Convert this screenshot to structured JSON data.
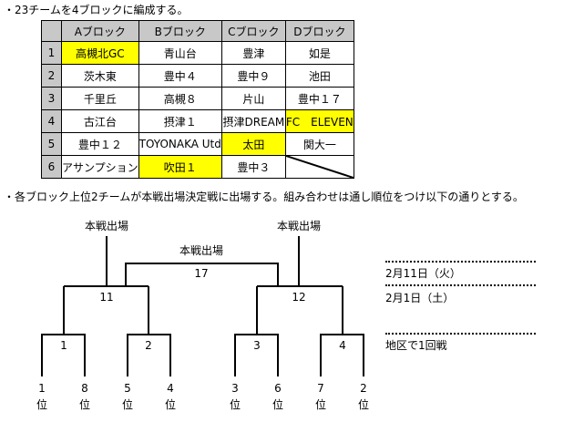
{
  "intro": "・23チームを4ブロックに編成する。",
  "table": {
    "headers": [
      "Aブロック",
      "Bブロック",
      "Cブロック",
      "Dブロック"
    ],
    "rows": [
      {
        "num": "1",
        "cells": [
          "高槻北GC",
          "青山台",
          "豊津",
          "如是"
        ]
      },
      {
        "num": "2",
        "cells": [
          "茨木東",
          "豊中４",
          "豊中９",
          "池田"
        ]
      },
      {
        "num": "3",
        "cells": [
          "千里丘",
          "高槻８",
          "片山",
          "豊中１７"
        ]
      },
      {
        "num": "4",
        "cells": [
          "古江台",
          "摂津１",
          "摂津DREAM",
          "FC　ELEVEN"
        ]
      },
      {
        "num": "5",
        "cells": [
          "豊中１２",
          "TOYONAKA Utd",
          "太田",
          "関大一"
        ]
      },
      {
        "num": "6",
        "cells": [
          "アサンプション",
          "吹田１",
          "豊中３",
          ""
        ]
      }
    ]
  },
  "description": "・各ブロック上位2チームが本戦出場決定戦に出場する。組み合わせは通し順位をつけ以下の通りとする。",
  "bracket": {
    "advance_left": "本戦出場",
    "advance_right": "本戦出場",
    "advance_final": "本戦出場",
    "final_match": "17",
    "semi_left": "11",
    "semi_right": "12",
    "r1": [
      "1",
      "2",
      "3",
      "4"
    ],
    "seeds": [
      "1",
      "8",
      "5",
      "4",
      "3",
      "6",
      "7",
      "2"
    ],
    "rank_suffix": "位"
  },
  "schedule": [
    {
      "label": "2月11日（火）"
    },
    {
      "label": "2月1日（土）"
    },
    {
      "label": "地区で1回戦"
    }
  ]
}
